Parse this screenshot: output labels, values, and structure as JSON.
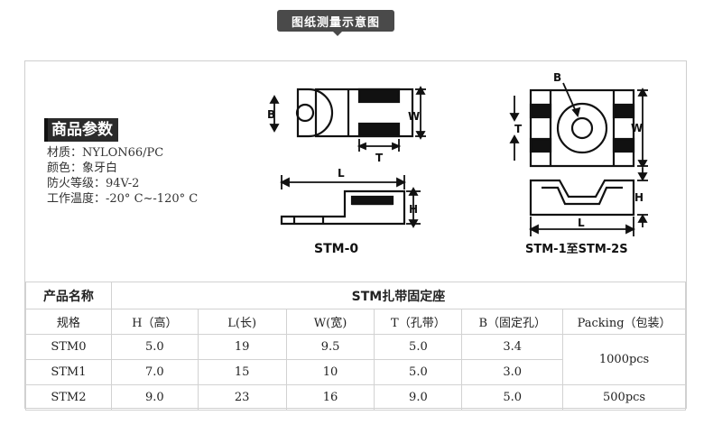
{
  "banner": {
    "title": "图纸测量示意图"
  },
  "params": {
    "title": "商品参数",
    "lines": [
      "材质：NYLON66/PC",
      "颜色：象牙白",
      "防火等级：94V-2",
      "工作温度：-20° C~-120° C"
    ]
  },
  "drawings": {
    "stm0": {
      "caption": "STM-0",
      "labels": {
        "b": "B",
        "w": "W",
        "t": "T",
        "l": "L",
        "h": "H"
      }
    },
    "stm1": {
      "caption": "STM-1至STM-2S",
      "labels": {
        "b": "B",
        "w": "W",
        "t": "T",
        "l": "L",
        "h": "H"
      }
    }
  },
  "table": {
    "name_label": "产品名称",
    "product_name": "STM扎带固定座",
    "headers": [
      "规格",
      "H（高）",
      "L(长)",
      "W(宽)",
      "T（孔带）",
      "B（固定孔）",
      "Packing（包装）"
    ],
    "rows": [
      [
        "STM0",
        "5.0",
        "19",
        "9.5",
        "5.0",
        "3.4"
      ],
      [
        "STM1",
        "7.0",
        "15",
        "10",
        "5.0",
        "3.0"
      ],
      [
        "STM2",
        "9.0",
        "23",
        "16",
        "9.0",
        "5.0"
      ]
    ],
    "packing": [
      "1000pcs",
      "500pcs"
    ]
  }
}
